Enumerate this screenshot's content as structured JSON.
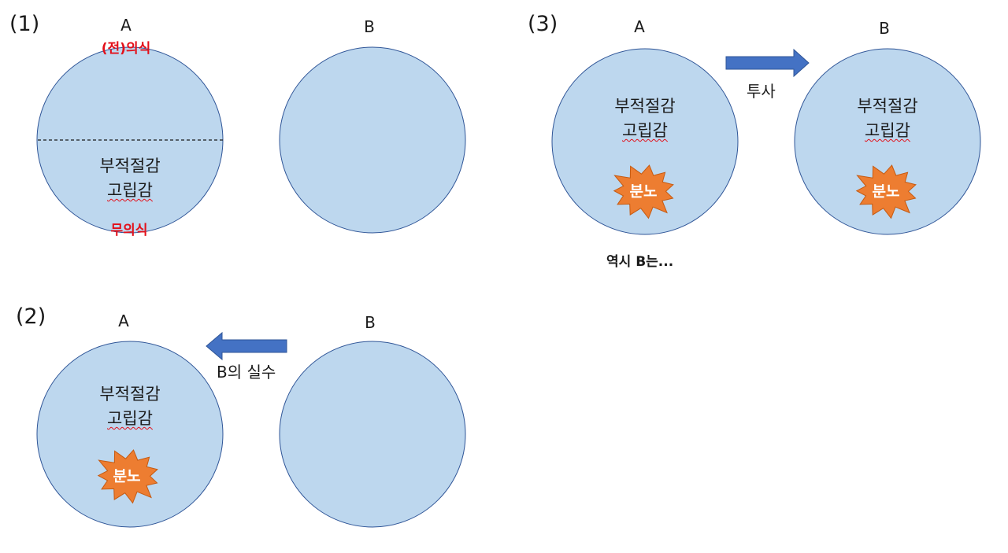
{
  "colors": {
    "circle_fill": "#bdd7ee",
    "circle_stroke": "#2f5597",
    "arrow_fill": "#4472c4",
    "burst_fill": "#ed7d31",
    "red_text": "#e3101a"
  },
  "panel1": {
    "number": "(1)",
    "label_a": "A",
    "label_b": "B",
    "conscious": "(전)의식",
    "unconscious": "무의식",
    "feeling1": "부적절감",
    "feeling2": "고립감"
  },
  "panel2": {
    "number": "(2)",
    "label_a": "A",
    "label_b": "B",
    "feeling1": "부적절감",
    "feeling2": "고립감",
    "anger": "분노",
    "arrow_label": "B의 실수"
  },
  "panel3": {
    "number": "(3)",
    "label_a": "A",
    "label_b": "B",
    "feeling1_a": "부적절감",
    "feeling2_a": "고립감",
    "anger_a": "분노",
    "feeling1_b": "부적절감",
    "feeling2_b": "고립감",
    "anger_b": "분노",
    "arrow_label": "투사",
    "caption": "역시 B는..."
  }
}
